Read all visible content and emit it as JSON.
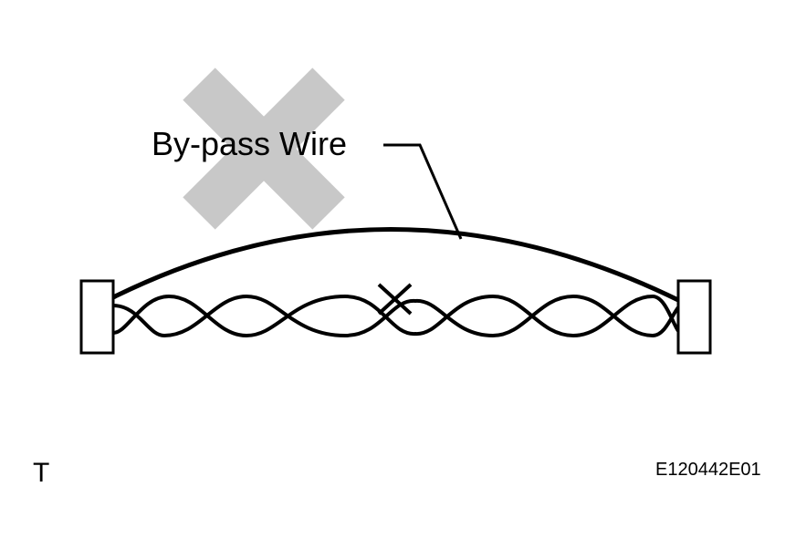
{
  "diagram": {
    "callout_label": "By-pass Wire",
    "section_mark": "T",
    "figure_id": "E120442E01"
  },
  "colors": {
    "prohibited_mark": "#c8c8c8",
    "wire": "#000000",
    "background": "#ffffff"
  },
  "icons": {
    "prohibited_mark": "large-x-icon",
    "break_point": "small-x-icon"
  }
}
